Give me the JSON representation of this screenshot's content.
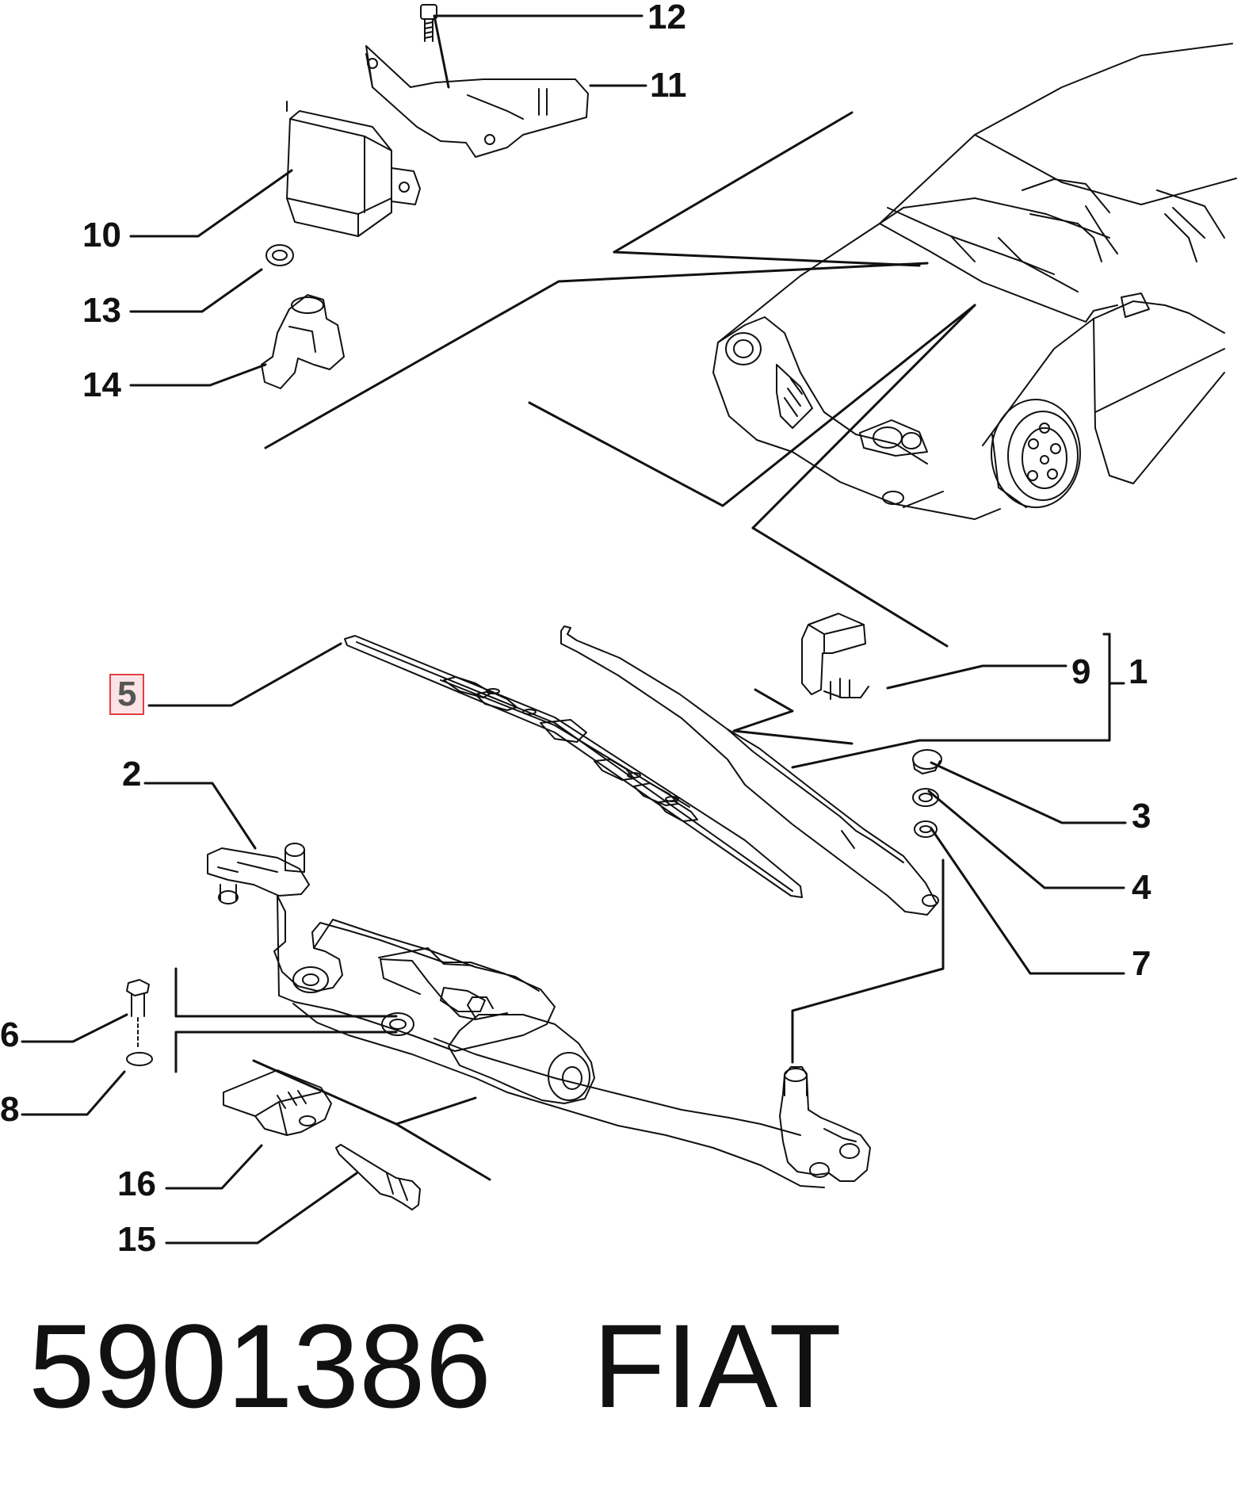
{
  "callouts": {
    "c1": "1",
    "c2": "2",
    "c3": "3",
    "c4": "4",
    "c5": "5",
    "c6": "6",
    "c7": "7",
    "c8": "8",
    "c9": "9",
    "c10": "10",
    "c11": "11",
    "c12": "12",
    "c13": "13",
    "c14": "14",
    "c15": "15",
    "c16": "16"
  },
  "highlighted_callout": "5",
  "footer": {
    "part_number": "5901386",
    "brand": "FIAT"
  },
  "colors": {
    "line": "#111111",
    "highlight_border": "#e34040",
    "highlight_fill": "#fbe3e6"
  }
}
